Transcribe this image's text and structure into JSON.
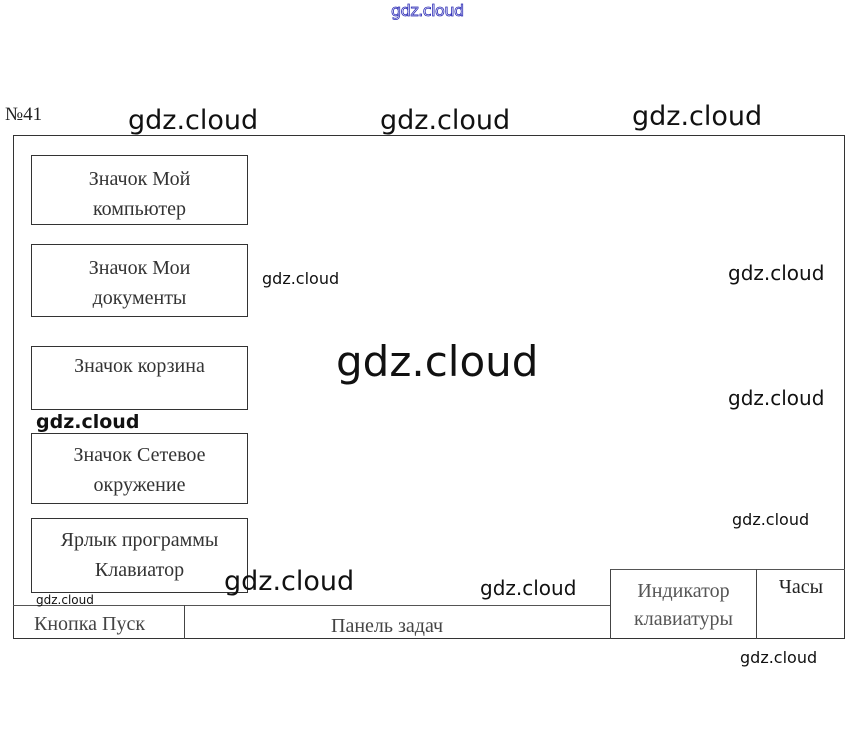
{
  "problem_number": "№41",
  "watermark": "gdz.cloud",
  "desktop": {
    "icons": [
      {
        "line1": "Значок Мой",
        "line2": "компьютер"
      },
      {
        "line1": "Значок Мои",
        "line2": "документы"
      },
      {
        "line1": "Значок корзина",
        "line2": ""
      },
      {
        "line1": "Значок Сетевое",
        "line2": "окружение"
      },
      {
        "line1": "Ярлык программы",
        "line2": "Клавиатор"
      }
    ]
  },
  "taskbar": {
    "start_button": "Кнопка Пуск",
    "task_panel": "Панель задач",
    "keyboard_indicator": {
      "line1": "Индикатор",
      "line2": "клавиатуры"
    },
    "clock": "Часы"
  },
  "colors": {
    "frame": "#333333",
    "top_watermark_outline": "#2a2ab5"
  }
}
